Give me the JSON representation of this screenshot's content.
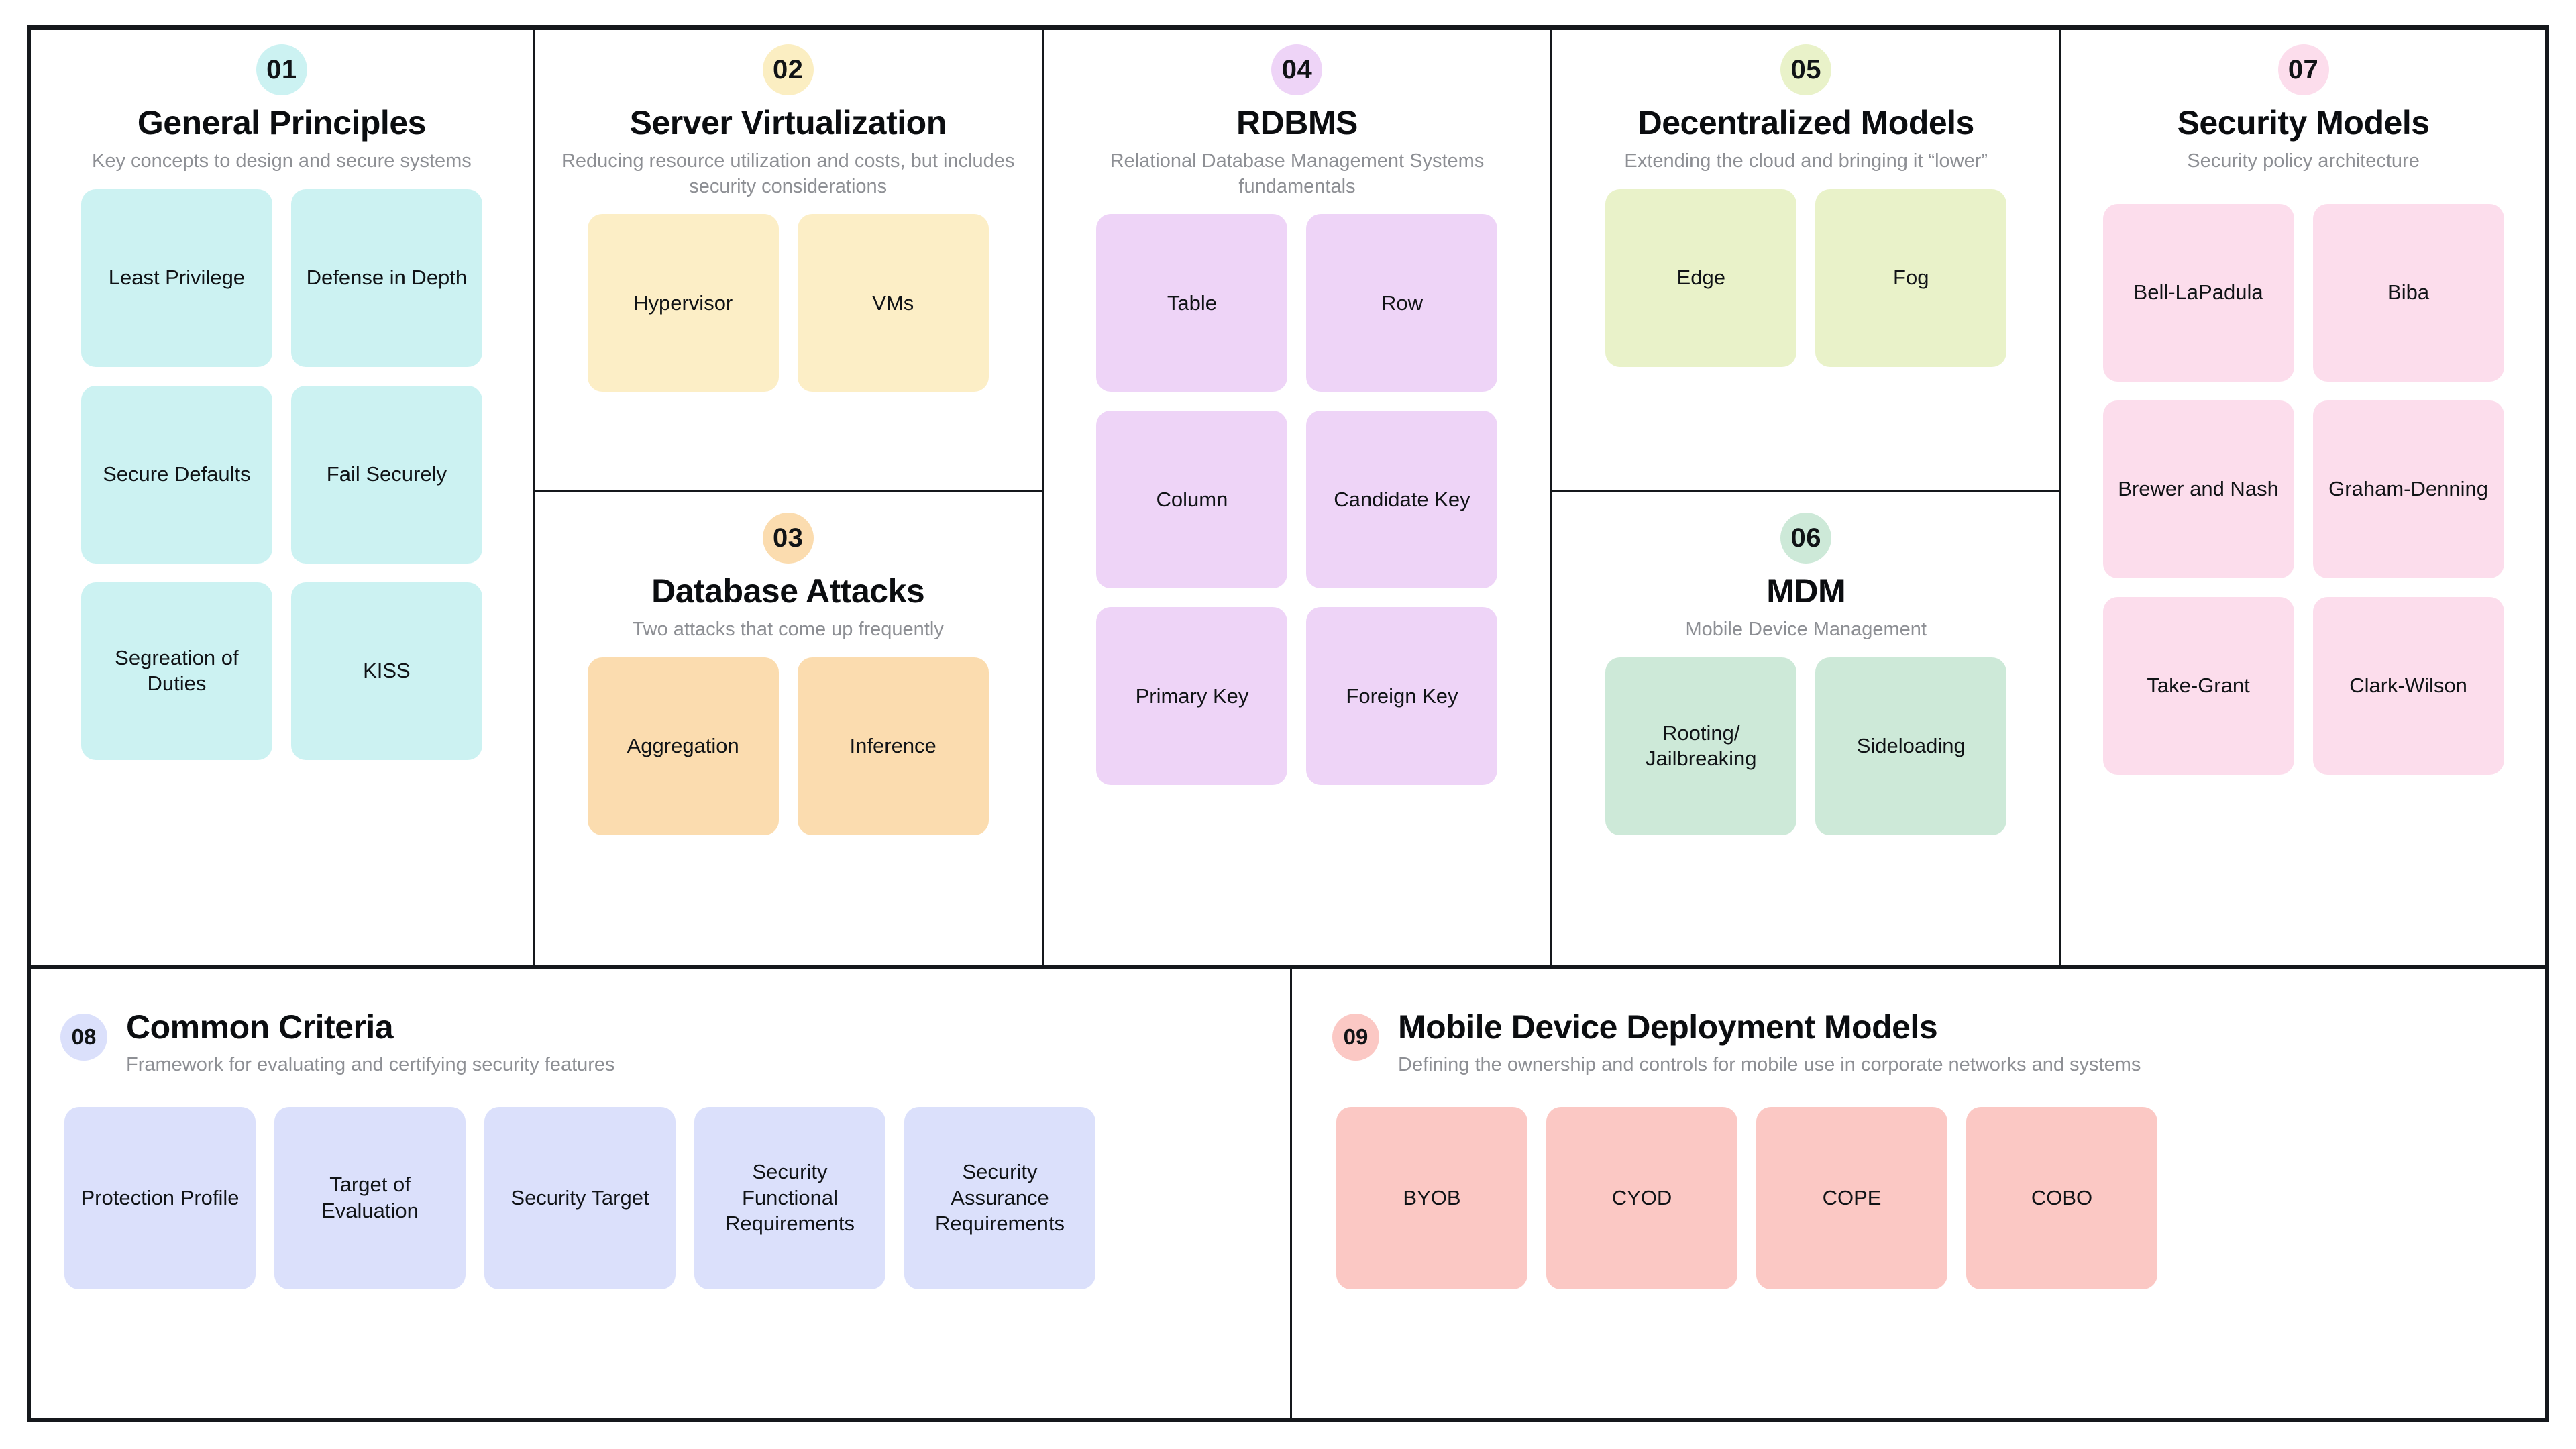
{
  "palette": {
    "cyan": "#ccf2f2",
    "yellow_light": "#fceec6",
    "orange_light": "#fbdcaf",
    "purple_light": "#eed4f7",
    "green_light": "#e9f2c9",
    "mint": "#cde9d8",
    "pink_light": "#fcddec",
    "periwinkle": "#dbe0fb",
    "salmon": "#fbc8c4",
    "cyan_badge": "#ccf2f2",
    "yellow_badge": "#fbeec2",
    "orange_badge": "#fbdcaf",
    "purple_badge": "#eed4f7",
    "green_badge": "#e9f2c9",
    "mint_badge": "#cde9d8",
    "pink_badge": "#fcddec",
    "periwinkle_badge": "#dbe0fb",
    "salmon_badge": "#fbc8c4",
    "border": "#15181c",
    "title_text": "#0b0d10",
    "sub_text": "#8d8f94",
    "tile_text": "#101316"
  },
  "columns": [
    {
      "name": "general-principles",
      "panels": [
        {
          "number": "01",
          "title": "General Principles",
          "subtitle": "Key concepts to design and secure systems",
          "tiles": [
            "Least Privilege",
            "Defense in Depth",
            "Secure Defaults",
            "Fail Securely",
            "Segreation of Duties",
            "KISS"
          ]
        }
      ]
    },
    {
      "name": "server-virtualization",
      "panels": [
        {
          "number": "02",
          "title": "Server Virtualization",
          "subtitle": "Reducing resource utilization and costs, but includes security considerations",
          "tiles": [
            "Hypervisor",
            "VMs"
          ]
        },
        {
          "number": "03",
          "title": "Database Attacks",
          "subtitle": "Two attacks that come up frequently",
          "tiles": [
            "Aggregation",
            "Inference"
          ]
        }
      ]
    },
    {
      "name": "rdbms",
      "panels": [
        {
          "number": "04",
          "title": "RDBMS",
          "subtitle": "Relational Database Management Systems fundamentals",
          "tiles": [
            "Table",
            "Row",
            "Column",
            "Candidate Key",
            "Primary Key",
            "Foreign Key"
          ]
        }
      ]
    },
    {
      "name": "decentralized-models",
      "panels": [
        {
          "number": "05",
          "title": "Decentralized Models",
          "subtitle": "Extending the cloud and bringing it “lower”",
          "tiles": [
            "Edge",
            "Fog"
          ]
        },
        {
          "number": "06",
          "title": "MDM",
          "subtitle": "Mobile Device Management",
          "tiles": [
            "Rooting/ Jailbreaking",
            "Sideloading"
          ]
        }
      ]
    },
    {
      "name": "security-models",
      "panels": [
        {
          "number": "07",
          "title": "Security Models",
          "subtitle": "Security policy architecture",
          "tiles": [
            "Bell-LaPadula",
            "Biba",
            "Brewer and Nash",
            "Graham-Denning",
            "Take-Grant",
            "Clark-Wilson"
          ]
        }
      ]
    }
  ],
  "bottom": [
    {
      "name": "common-criteria",
      "number": "08",
      "title": "Common Criteria",
      "subtitle": "Framework for evaluating and certifying security features",
      "tiles": [
        "Protection Profile",
        "Target of Evaluation",
        "Security Target",
        "Security Functional Requirements",
        "Security Assurance Requirements"
      ]
    },
    {
      "name": "mobile-device-deployment-models",
      "number": "09",
      "title": "Mobile Device Deployment Models",
      "subtitle": "Defining the ownership and controls for mobile use in corporate networks and systems",
      "tiles": [
        "BYOB",
        "CYOD",
        "COPE",
        "COBO"
      ]
    }
  ]
}
